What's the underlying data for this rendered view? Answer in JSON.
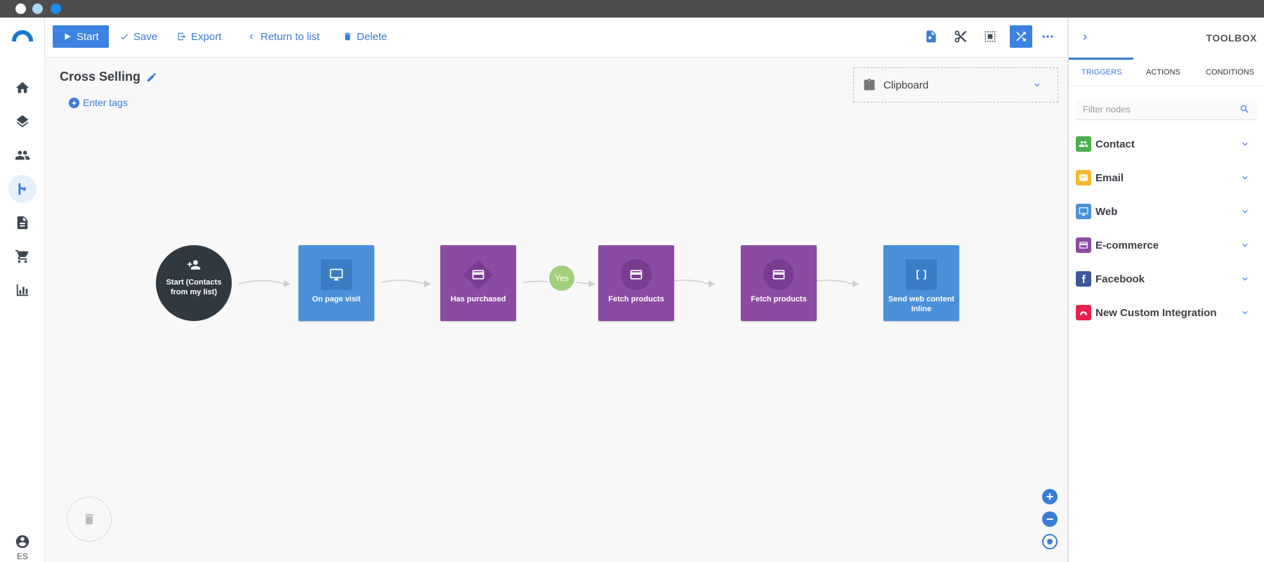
{
  "window": {
    "dot_colors": [
      "#ffffff",
      "#a9d8f5",
      "#1a8ce8"
    ]
  },
  "toolbar": {
    "start_label": "Start",
    "save_label": "Save",
    "export_label": "Export",
    "return_label": "Return to list",
    "delete_label": "Delete"
  },
  "flow": {
    "title": "Cross Selling",
    "tags_label": "Enter tags",
    "clipboard_label": "Clipboard",
    "nodes": [
      {
        "label": "Start (Contacts from my list)",
        "icon": "add-contacts-icon"
      },
      {
        "label": "On page visit",
        "icon": "monitor-icon"
      },
      {
        "label": "Has purchased",
        "icon": "credit-card-icon"
      },
      {
        "label": "Fetch products",
        "icon": "credit-card-icon"
      },
      {
        "label": "Fetch products",
        "icon": "credit-card-icon"
      },
      {
        "label": "Send web content Inline",
        "icon": "brackets-icon"
      }
    ],
    "yes_label": "Yes"
  },
  "user": {
    "lang": "ES"
  },
  "toolbox": {
    "title": "TOOLBOX",
    "tabs": [
      "TRIGGERS",
      "ACTIONS",
      "CONDITIONS"
    ],
    "filter_placeholder": "Filter nodes",
    "categories": [
      {
        "label": "Contact",
        "color": "#4caf50",
        "icon": "contacts-icon"
      },
      {
        "label": "Email",
        "color": "#f5b82e",
        "icon": "envelope-icon"
      },
      {
        "label": "Web",
        "color": "#4a90d9",
        "icon": "monitor-icon"
      },
      {
        "label": "E-commerce",
        "color": "#8c4ba3",
        "icon": "credit-card-icon"
      },
      {
        "label": "Facebook",
        "color": "#3b5998",
        "icon": "facebook-icon"
      },
      {
        "label": "New Custom Integration",
        "color": "#e8204e",
        "icon": "custom-integration-icon"
      }
    ]
  }
}
